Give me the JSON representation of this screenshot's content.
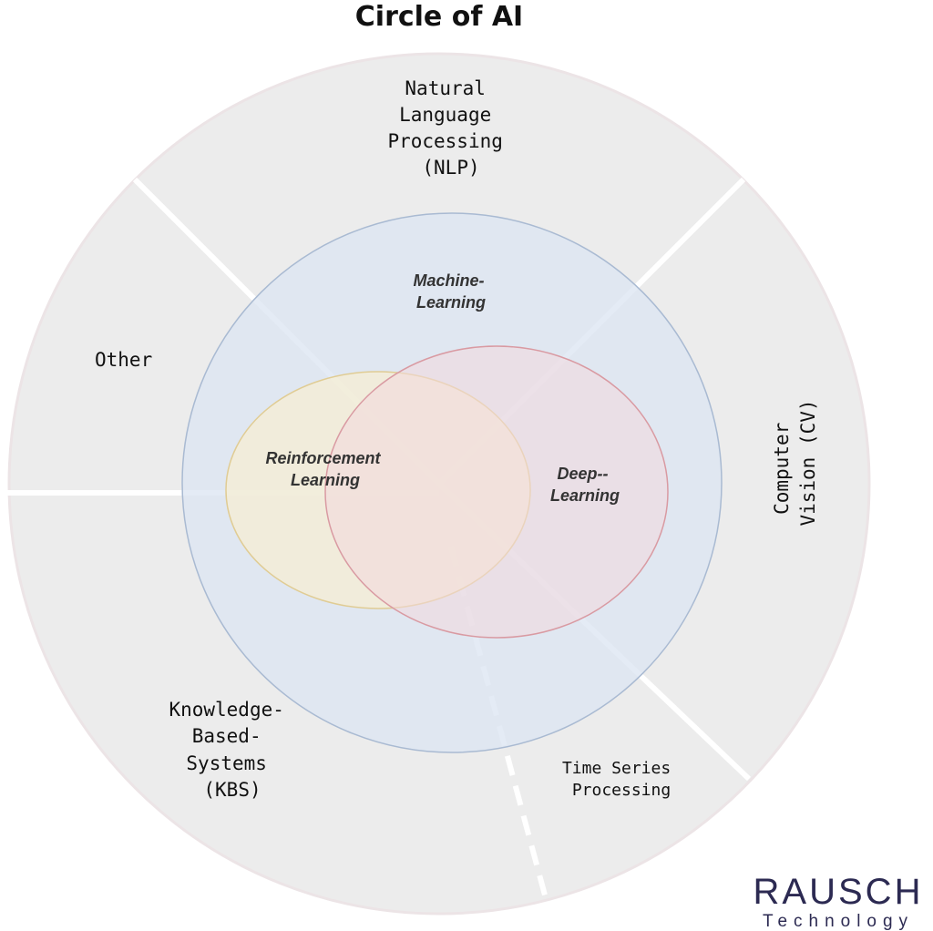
{
  "title": "Circle of AI",
  "sectors": {
    "nlp": [
      "Natural",
      "Language",
      "Processing",
      "(NLP)"
    ],
    "cv": [
      "Computer",
      "Vision (CV)"
    ],
    "time_series": [
      "Time Series",
      "Processing"
    ],
    "kbs": [
      "Knowledge-",
      "Based-",
      "Systems",
      "(KBS)"
    ],
    "other": [
      "Other"
    ]
  },
  "areas": {
    "machine_learning": [
      "Machine-",
      "Learning"
    ],
    "reinforcement_learning": [
      "Reinforcement",
      "Learning"
    ],
    "deep_learning": [
      "Deep--",
      "Learning"
    ]
  },
  "colors": {
    "ring": "#ececec",
    "machine_learning": "#dce6f2",
    "reinforcement_learning": "#f7efd2",
    "deep_learning": "#f2d9dc"
  },
  "logo": {
    "name": "RAUSCH",
    "tagline": "Technology"
  }
}
